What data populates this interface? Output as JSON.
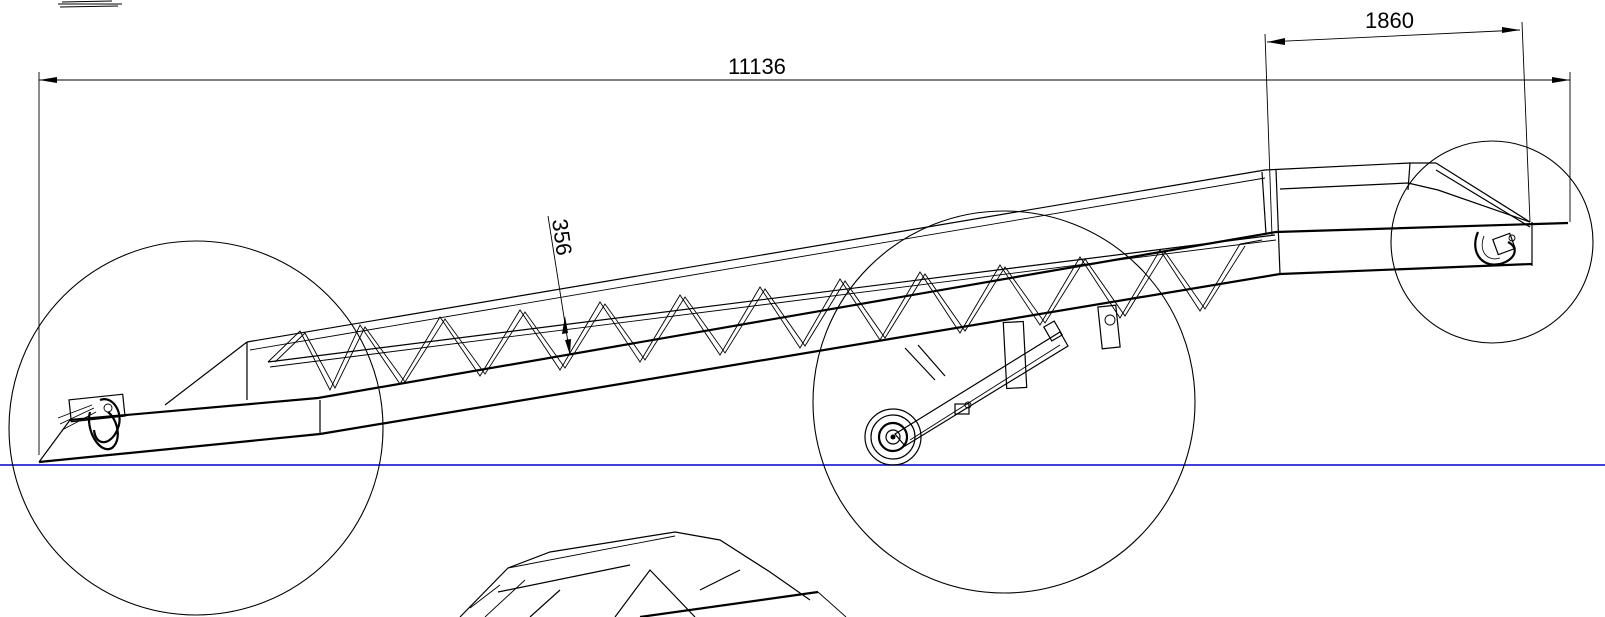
{
  "dimensions": {
    "overall_length": "11136",
    "end_segment": "1860",
    "truss_height": "356"
  },
  "colors": {
    "background": "#ffffff",
    "lines": "#000000",
    "ground_line": "#0000cc"
  }
}
